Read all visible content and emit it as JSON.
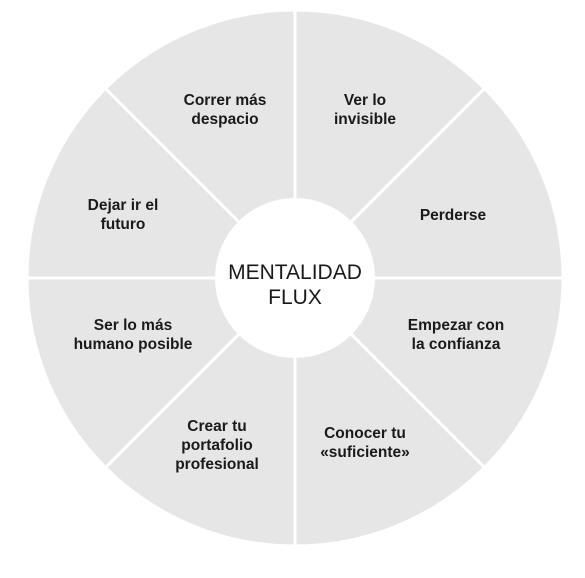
{
  "diagram": {
    "center_label": "MENTALIDAD\nFLUX",
    "segments": [
      "Ver lo\ninvisible",
      "Perderse",
      "Empezar con\nla confianza",
      "Conocer tu\n«suficiente»",
      "Crear tu\nportafolio\nprofesional",
      "Ser lo más\nhumano posible",
      "Dejar ir el\nfuturo",
      "Correr más\ndespacio"
    ]
  },
  "colors": {
    "segment_fill": "#e6e6e6",
    "divider": "#ffffff",
    "text": "#1a1a1a"
  }
}
